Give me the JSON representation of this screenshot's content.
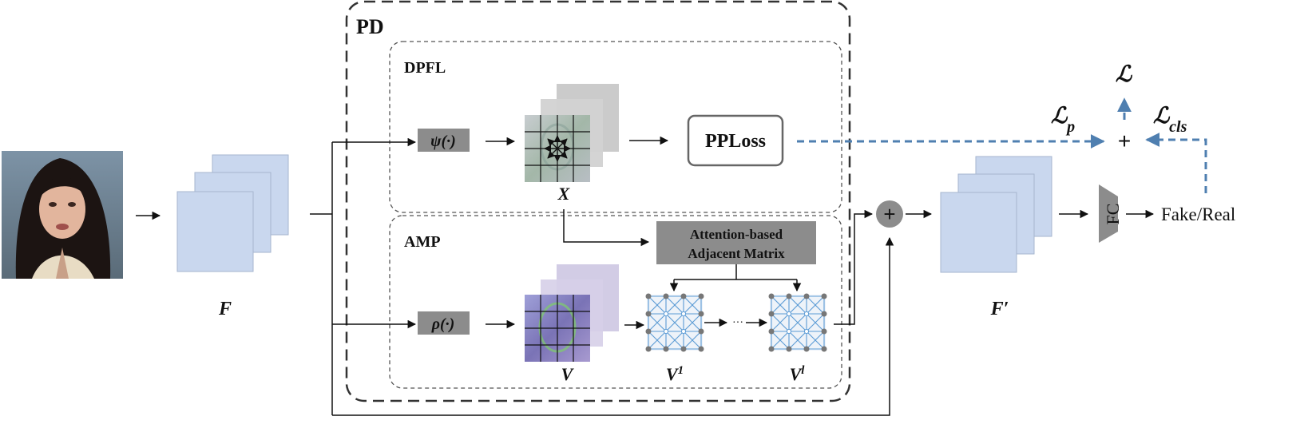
{
  "modules": {
    "pd": "PD",
    "dpfl": "DPFL",
    "amp": "AMP"
  },
  "operators": {
    "psi": "ψ(·)",
    "rho": "ρ(·)",
    "pploss": "PPLoss",
    "attention_line1": "Attention-based",
    "attention_line2": "Adjacent Matrix",
    "fc": "FC",
    "plus": "+"
  },
  "variables": {
    "F": "F",
    "F_prime": "F′",
    "X": "X",
    "V": "V",
    "V1_base": "V",
    "V1_sup": "1",
    "Vl_base": "V",
    "Vl_sup": "l",
    "ellipsis": "···"
  },
  "losses": {
    "L": "ℒ",
    "Lp_base": "ℒ",
    "Lp_sub": "p",
    "Lcls_base": "ℒ",
    "Lcls_sub": "cls"
  },
  "output": "Fake/Real",
  "colors": {
    "feature": "#c9d7ee",
    "feature_stroke": "#a6b6cf",
    "op_box": "#8c8c8c",
    "dashed_loss": "#4f7fb0",
    "graph_edge": "#5b9bd5",
    "node": "#777777"
  }
}
